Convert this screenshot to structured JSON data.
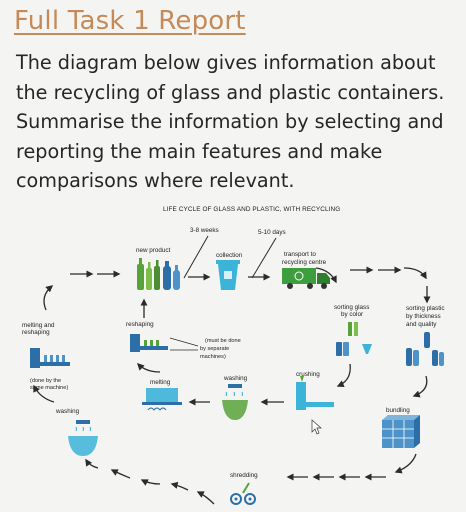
{
  "slide": {
    "title": "Full Task 1 Report",
    "prompt": "The diagram below gives information about the recycling of glass and plastic containers. Summarise the information by selecting and reporting the main features and make comparisons where relevant."
  },
  "diagram": {
    "heading": "LIFE CYCLE OF GLASS AND PLASTIC, WITH RECYCLING",
    "durations": {
      "first": "3-8 weeks",
      "second": "5-10 days"
    },
    "stages": {
      "new_product": "new product",
      "collection": "collection",
      "transport_line1": "transport to",
      "transport_line2": "recycling centre",
      "sorting_glass_line1": "sorting glass",
      "sorting_glass_line2": "by color",
      "sorting_plastic_line1": "sorting plastic",
      "sorting_plastic_line2": "by thickness",
      "sorting_plastic_line3": "and quality",
      "melting_reshaping_line1": "melting and",
      "melting_reshaping_line2": "reshaping",
      "reshaping": "reshaping",
      "separate_note_line1": "(must be done",
      "separate_note_line2": "by separate",
      "separate_note_line3": "machines)",
      "same_machine_line1": "(done by the",
      "same_machine_line2": "same machine)",
      "melting": "melting",
      "washing_upper": "washing",
      "crushing": "crushing",
      "washing_left": "washing",
      "bundling": "bundling",
      "shredding": "shredding"
    },
    "colors": {
      "glass_green": "#58a23a",
      "plastic_blue": "#2c6fa8",
      "cyan": "#3cb3d8",
      "truck_green": "#3e9d3e",
      "arrow": "#2b2b2b"
    },
    "icons": [
      "bottles-icon",
      "recycling-bin-icon",
      "truck-icon",
      "conveyor-icon",
      "melting-tray-icon",
      "washing-bowl-icon",
      "crusher-icon",
      "bundle-icon",
      "shredder-icon",
      "cursor-icon"
    ]
  }
}
